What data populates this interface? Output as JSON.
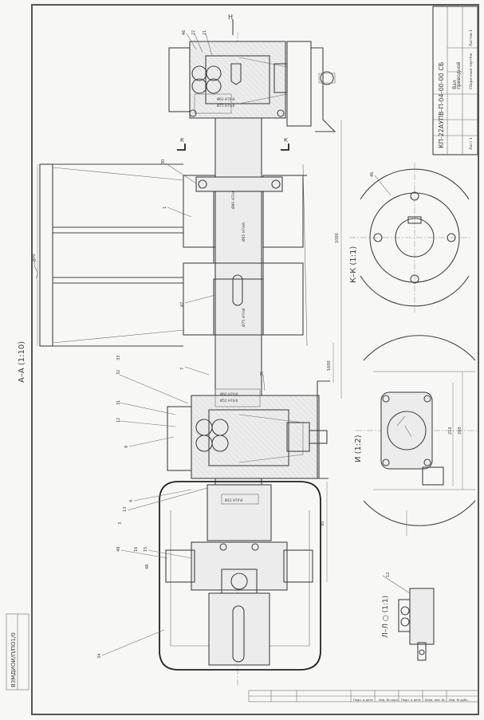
{
  "drawing": {
    "designation": "КП-22АУПВ-П-04-00-00 СБ",
    "stamp_left": "ВЗМДИОИ/П/ПО1/0",
    "section_aa": "А–А (1:10)",
    "section_kk": "К–К (1:1)",
    "view_i": "И (1:2)",
    "section_ll": "Л–Л ○ (1:1)",
    "view_letter_n": "Н",
    "cut_mark_k": "К",
    "dim_1000": "1000",
    "dim_1600": "1600",
    "dim_800": "800",
    "dim_210": "210",
    "dim_260": "260",
    "dim_95": "95",
    "fit_a": "Ø65 H7/k6",
    "fit_b": "Ø75 H7/s6",
    "fit_c": "Ø80 H7/s6",
    "fit_d": "Ø62 H7/h6",
    "fit_e": "Ø75 H7/k6",
    "fit_f": "Ø60 H7/h6",
    "fit_g": "Ø52 H7/k6",
    "fit_h": "Ø42 H7/h6",
    "kk_rot": "46",
    "leader_labels": [
      "46",
      "22",
      "21",
      "30",
      "1",
      "47",
      "7",
      "33",
      "32",
      "31",
      "12",
      "9",
      "13",
      "3",
      "4",
      "15",
      "16",
      "49",
      "48",
      "35",
      "34",
      "12"
    ],
    "title_block": {
      "line1": "Вал",
      "line2": "приводной",
      "line3": "Сборочный чертёж",
      "sheet": "Лист 1",
      "sheets": "Листов 1"
    },
    "bottom_cells": [
      "Инв. № подл.",
      "Подп. и дата",
      "Взам. инв. №",
      "Инв. № дубл.",
      "Подп. и дата"
    ]
  }
}
